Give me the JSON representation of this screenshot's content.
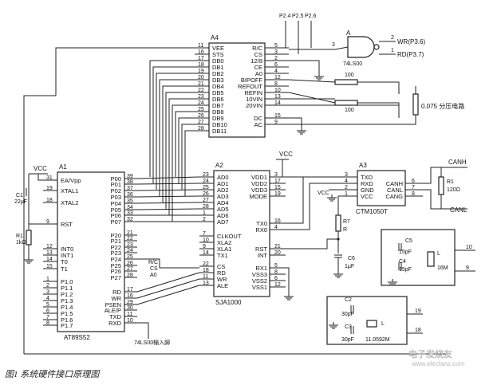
{
  "caption": "图1 系统硬件接口原理图",
  "watermark": "电子发烧友 www.elecfans.com",
  "a1": {
    "ref": "A1",
    "part": "AT89S52",
    "pins": [
      "EA/Vpp",
      "XTAL1",
      "XTAL2",
      "RST",
      "INT0",
      "INT1",
      "T0",
      "T1",
      "P1.0",
      "P1.1",
      "P1.2",
      "P1.3",
      "P1.4",
      "P1.5",
      "P1.6",
      "P1.7",
      "P00",
      "P01",
      "P02",
      "P03",
      "P04",
      "P05",
      "P06",
      "P07",
      "P20",
      "P21",
      "P22",
      "P23",
      "P24",
      "P25",
      "P26",
      "P27",
      "RD",
      "WR",
      "PSEN",
      "ALE/P",
      "TXD",
      "RXD"
    ],
    "pin_numbers": [
      "31",
      "19",
      "18",
      "9",
      "12",
      "13",
      "14",
      "15",
      "1",
      "2",
      "3",
      "4",
      "5",
      "6",
      "7",
      "8",
      "39",
      "38",
      "37",
      "36",
      "35",
      "34",
      "33",
      "32",
      "21",
      "22",
      "23",
      "24",
      "25",
      "26",
      "27",
      "28",
      "17",
      "16",
      "29",
      "30",
      "11",
      "10"
    ]
  },
  "a2": {
    "ref": "A2",
    "part": "SJA1000",
    "pins": [
      "AD0",
      "AD1",
      "AD2",
      "AD3",
      "AD4",
      "AD5",
      "AD6",
      "AD7",
      "CLKOUT",
      "XLA2",
      "XLA1",
      "TX1",
      "CS",
      "RD",
      "WR",
      "ALE",
      "VDD1",
      "VDD2",
      "VDD3",
      "MODE",
      "TX0",
      "RX0",
      "RST",
      "INT",
      "RX1",
      "VSS3",
      "VSS2",
      "VSS1"
    ],
    "pin_numbers": [
      "23",
      "24",
      "25",
      "26",
      "27",
      "28",
      "1",
      "2",
      "7",
      "10",
      "9",
      "14",
      "22",
      "18",
      "11",
      "13",
      "3",
      "17",
      "15",
      "19",
      "16",
      "4",
      "21",
      "20",
      "5",
      "8",
      "6",
      "12"
    ]
  },
  "a3": {
    "ref": "A3",
    "part": "CTM1050T",
    "pins": [
      "TXD",
      "RXD",
      "GND",
      "VCC",
      "CANH",
      "CANL",
      "CANG"
    ],
    "pin_numbers": [
      "3",
      "4",
      "2",
      "1",
      "6",
      "7",
      "8"
    ]
  },
  "a4": {
    "ref": "A4",
    "pins": [
      "VEE",
      "STS",
      "DB0",
      "DB1",
      "DB2",
      "DB3",
      "DB4",
      "DB5",
      "DB6",
      "DB7",
      "DB8",
      "DB9",
      "DB10",
      "DB11",
      "R/C",
      "CS",
      "12/8",
      "CE",
      "A0",
      "BIPOFF",
      "REFOUT",
      "REFIN",
      "10VIN",
      "20VIN",
      "DC",
      "AC"
    ],
    "pin_numbers": [
      "11",
      "16",
      "17",
      "18",
      "19",
      "20",
      "21",
      "22",
      "23",
      "24",
      "25",
      "26",
      "27",
      "28",
      "5",
      "3",
      "2",
      "6",
      "4",
      "12",
      "8",
      "10",
      "13",
      "14",
      "15",
      "9"
    ]
  },
  "gate": {
    "ref": "A",
    "part": "74LS00",
    "in_pins": [
      "P2.4",
      "P2.5",
      "P2.6"
    ],
    "in_num": "3",
    "out1": "WR(P3.6)",
    "out2": "RD(P3.7)",
    "out1_num": "2",
    "out2_num": "1"
  },
  "labels": {
    "vcc": "VCC",
    "c1": "C1",
    "c1_val": "22μF",
    "r1": "R1",
    "r1_val": "1kΩ",
    "r1c": "R/C",
    "cs": "CS",
    "a0": "A0",
    "ls00_input": "74LS00输入脚",
    "pot1": "100",
    "pot2": "100",
    "divider": "0.075 分压电路",
    "canh": "CANH",
    "canl": "CANL",
    "r1_can": "R1",
    "r1_can_val": "120Ω",
    "r7": "R7",
    "r7_val": "R",
    "c6": "C6",
    "c6_val": "1μF",
    "c5": "C5",
    "c5_val": "15pF",
    "c4": "C4",
    "c4_val": "15pF",
    "l1": "L",
    "l1_val": "16M",
    "c2": "C2",
    "c2_val": "30pF",
    "c3": "C3",
    "c3_val": "30pF",
    "l2": "L",
    "l2_val": "11.0592M",
    "xtal1_pin10": "10",
    "xtal1_pin9": "9",
    "xtal2_pin19": "19",
    "xtal2_pin18": "18"
  }
}
